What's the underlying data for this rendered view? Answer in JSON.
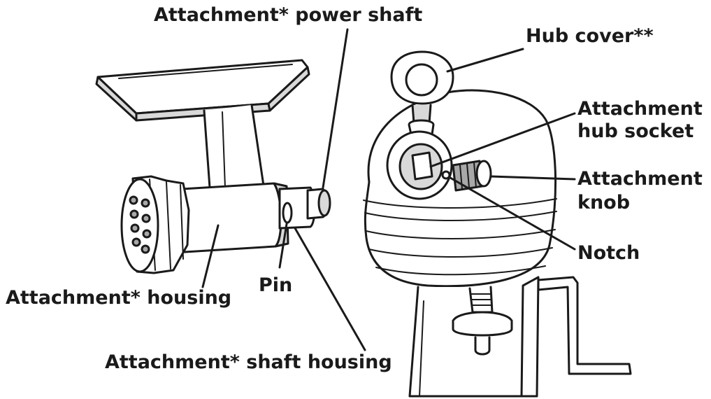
{
  "labels": {
    "power_shaft": "Attachment* power shaft",
    "hub_cover": "Hub cover**",
    "hub_socket_line1": "Attachment",
    "hub_socket_line2": "hub socket",
    "knob_line1": "Attachment",
    "knob_line2": "knob",
    "notch": "Notch",
    "pin": "Pin",
    "housing": "Attachment* housing",
    "shaft_housing": "Attachment* shaft housing"
  }
}
